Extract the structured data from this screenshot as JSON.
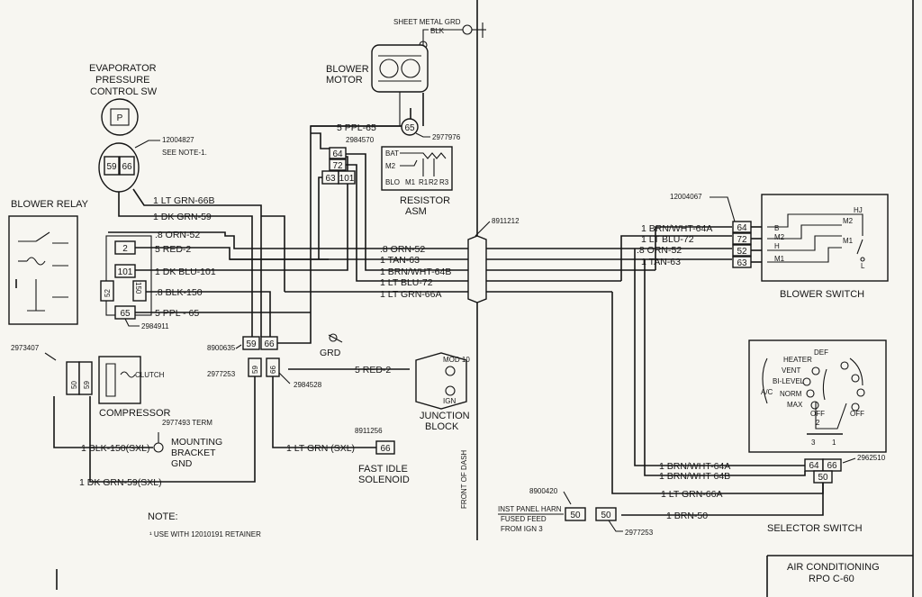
{
  "colors": {
    "paper": "#f7f6f1",
    "ink": "#151515"
  },
  "top": {
    "sheet_metal_grd": "SHEET METAL GRD",
    "blk": "BLK",
    "blower_motor_1": "BLOWER",
    "blower_motor_2": "MOTOR"
  },
  "evap": {
    "title_1": "EVAPORATOR",
    "title_2": "PRESSURE",
    "title_3": "CONTROL SW",
    "part": "12004827",
    "note_ref": "SEE NOTE-1.",
    "p_label": "P",
    "pin_a": "59",
    "pin_b": "66"
  },
  "blower_relay": {
    "title": "BLOWER RELAY"
  },
  "relay_conn": {
    "pin_2": "2",
    "pin_101": "101",
    "pin_52": "52",
    "pin_150": "150",
    "pin_65": "65",
    "part": "2984911"
  },
  "resistor": {
    "c64": "64",
    "c72": "72",
    "c63": "63",
    "c101": "101",
    "part_conn": "2984570",
    "bat": "BAT",
    "m2": "M2",
    "blo": "BLO",
    "m1": "M1",
    "r1": "R1",
    "r2": "R2",
    "r3": "R3",
    "title_1": "RESISTOR",
    "title_2": "ASM"
  },
  "ppl65": {
    "c65": "65",
    "part": "2977976"
  },
  "wires": {
    "lt_grn_66b": "1 LT GRN-66B",
    "dk_grn_59": "1 DK GRN-59",
    "ppl_65_top": "5 PPL-65",
    "orn_52_left": ".8 ORN-52",
    "red_2": "5 RED-2",
    "dk_blu_101": "1 DK BLU-101",
    "blk_150": ".8 BLK-150",
    "ppl_65": "5 PPL - 65",
    "orn_52_mid": ".8 ORN-52",
    "tan_63_mid": "1 TAN-63",
    "brn_wht_64b_mid": "1 BRN/WHT-64B",
    "lt_blu_72_mid": "1 LT BLU-72",
    "lt_grn_66a_mid": "1 LT GRN-66A",
    "red_2_jb": "5 RED-2",
    "blk_150_sxl": "1 BLK-150(SXL)",
    "dk_grn_59_sxl": "1 DK GRN-59(SXL)",
    "lt_grn_sxl": "1 LT GRN (SXL)",
    "brn_wht_64a_r": "1 BRN/WHT-64A",
    "lt_blu_72_r": "1 LT BLU-72",
    "orn_52_r": ".8 ORN-52",
    "tan_63_r": "1 TAN-63",
    "brn_wht_64a_sel": "1 BRN/WHT-64A",
    "brn_wht_64b_sel": "1 BRN/WHT 64B",
    "lt_grn_66a_sel": "1 LT GRN-66A",
    "brn_50": "1 BRN-50",
    "grd": "GRD"
  },
  "mid_conn": {
    "part_a": "8900635",
    "c59": "59",
    "c66": "66",
    "part_b": "2977253",
    "part_c": "2984528"
  },
  "bulkhead": {
    "part": "8911212"
  },
  "compressor": {
    "part": "2973407",
    "c50": "50",
    "c59": "59",
    "clutch": "CLUTCH",
    "title": "COMPRESSOR",
    "term_part": "2977493 TERM",
    "mounting_1": "MOUNTING",
    "mounting_2": "BRACKET",
    "mounting_3": "GND"
  },
  "junction": {
    "mod": "MOD 10",
    "ign": "IGN",
    "title_1": "JUNCTION",
    "title_2": "BLOCK"
  },
  "fast_idle": {
    "part": "8911256",
    "c66": "66",
    "title_1": "FAST IDLE",
    "title_2": "SOLENOID"
  },
  "dash_label": "FRONT OF DASH",
  "blower_switch": {
    "part": "12004067",
    "c64": "64",
    "c72": "72",
    "c52": "52",
    "c63": "63",
    "h": "H",
    "m2": "M2",
    "m1": "M1",
    "b": "B",
    "l": "L",
    "hj": "HJ",
    "title": "BLOWER SWITCH"
  },
  "selector": {
    "heater": "HEATER",
    "def": "DEF",
    "vent": "VENT",
    "bilevel": "BI-LEVEL",
    "norm": "NORM",
    "max": "MAX",
    "ac": "A/C",
    "off1": "OFF",
    "off2": "OFF",
    "n2": "2",
    "n3": "3",
    "n1": "1",
    "c64": "64",
    "c66": "66",
    "c50": "50",
    "part": "2962510",
    "title": "SELECTOR SWITCH"
  },
  "panel": {
    "part": "8900420",
    "line_1": "INST PANEL HARN",
    "line_2": "FUSED FEED",
    "line_3": "FROM IGN 3",
    "c50_a": "50",
    "c50_b": "50",
    "part_b": "2977253"
  },
  "note": {
    "title": "NOTE:",
    "text": "¹ USE WITH  12010191  RETAINER"
  },
  "title_block": {
    "line_1": "AIR CONDITIONING",
    "line_2": "RPO C-60"
  }
}
